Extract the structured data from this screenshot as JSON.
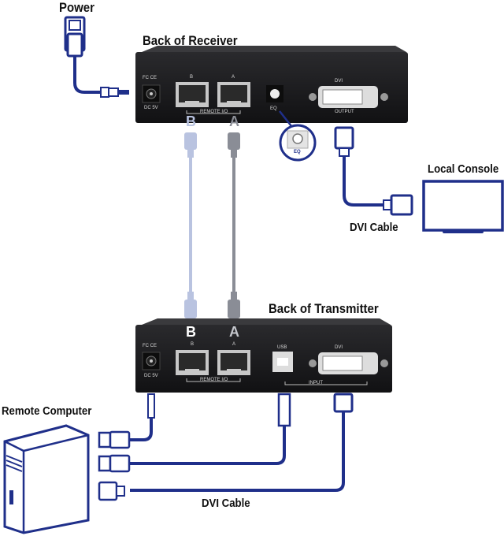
{
  "labels": {
    "power": "Power",
    "receiver": "Back of Receiver",
    "transmitter": "Back of Transmitter",
    "local_console": "Local Console",
    "dvi_cable_top": "DVI Cable",
    "remote_computer": "Remote Computer",
    "dvi_cable_bottom": "DVI Cable"
  },
  "receiver_panel": {
    "cert": "FC CE",
    "dc": "DC 5V",
    "port_b": "B",
    "port_a": "A",
    "remote_io": "REMOTE I/O",
    "eq": "EQ",
    "dvi": "DVI",
    "output": "OUTPUT",
    "eq_callout": "EQ"
  },
  "transmitter_panel": {
    "cert": "FC CE",
    "dc": "DC 5V",
    "port_b": "B",
    "port_a": "A",
    "remote_io": "REMOTE I/O",
    "usb": "USB",
    "dvi": "DVI",
    "input": "INPUT"
  },
  "cable_letters": {
    "top_b": "B",
    "top_a": "A",
    "bottom_b": "B",
    "bottom_a": "A"
  },
  "colors": {
    "cable_blue": "#1f2f8a",
    "cable_b": "#b9c3e0",
    "cable_a": "#8a8d96",
    "device_body": "#1c1c1e"
  }
}
